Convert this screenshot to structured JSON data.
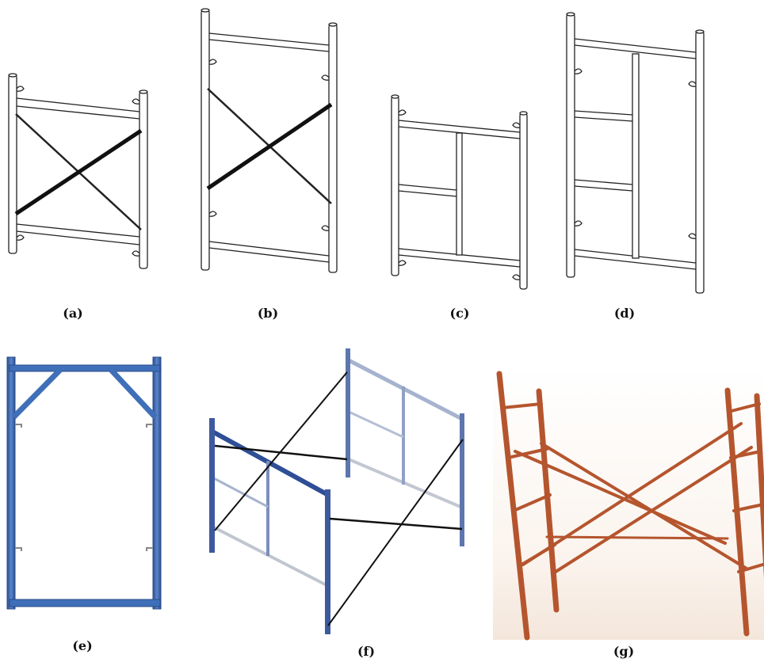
{
  "figure": {
    "panels": [
      {
        "id": "a",
        "caption": "(a)",
        "type": "h-frame-cross-braced",
        "style": "line-drawing"
      },
      {
        "id": "b",
        "caption": "(b)",
        "type": "h-frame-cross-braced-tall",
        "style": "line-drawing"
      },
      {
        "id": "c",
        "caption": "(c)",
        "type": "walk-through-frame",
        "style": "line-drawing"
      },
      {
        "id": "d",
        "caption": "(d)",
        "type": "walk-through-frame-tall",
        "style": "line-drawing"
      },
      {
        "id": "e",
        "caption": "(e)",
        "type": "mason-frame",
        "style": "blue-photo",
        "color": "#3a6bb3"
      },
      {
        "id": "f",
        "caption": "(f)",
        "type": "assembled-frames-3d",
        "style": "blue-photo",
        "color": "#4460a0"
      },
      {
        "id": "g",
        "caption": "(g)",
        "type": "assembled-frames-3d",
        "style": "rust-photo",
        "color": "#b5552e"
      }
    ]
  }
}
